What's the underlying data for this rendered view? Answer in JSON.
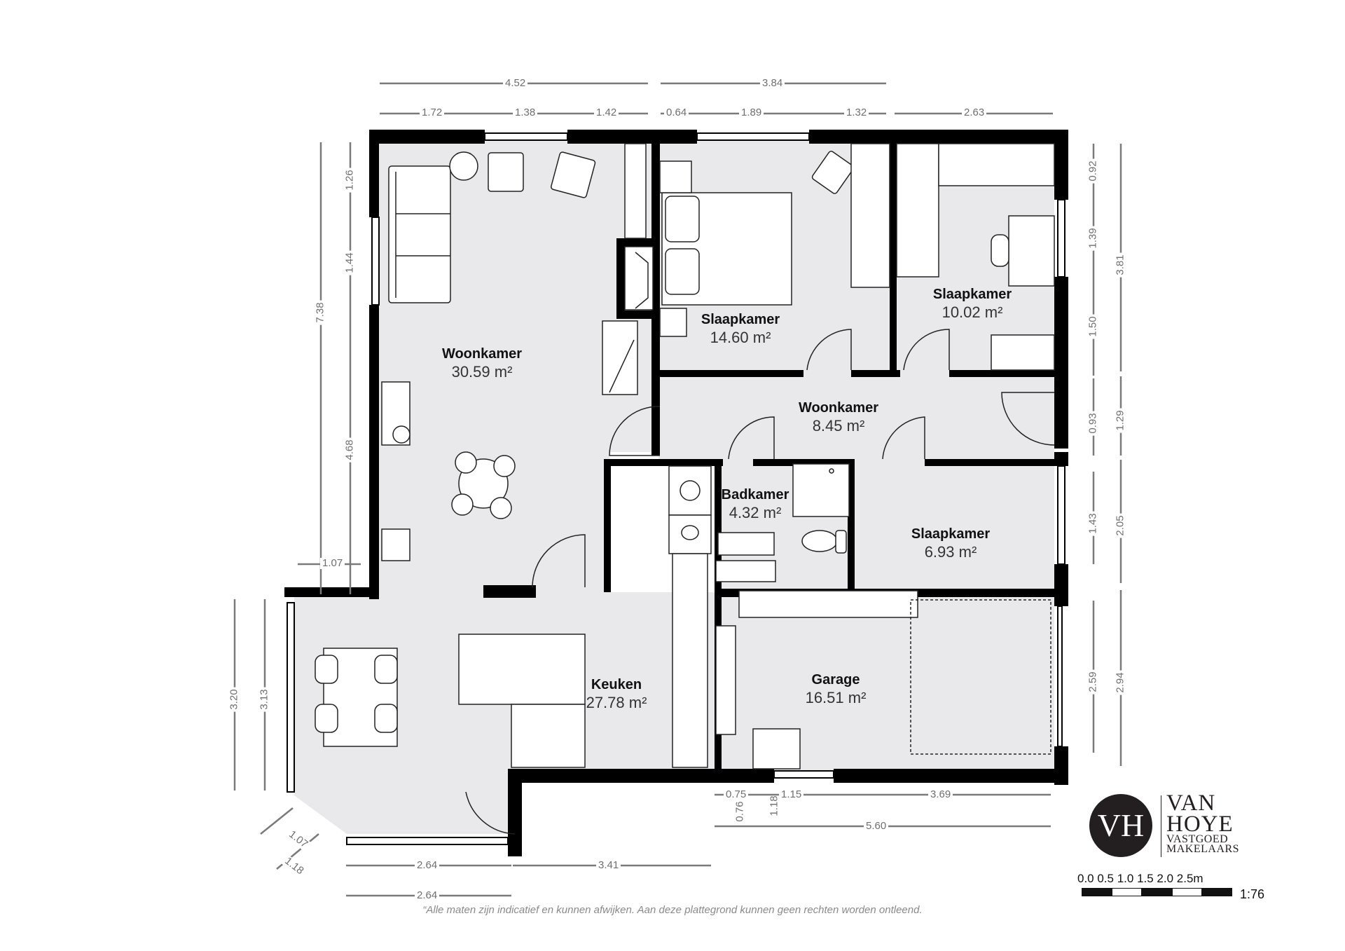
{
  "plan": {
    "colors": {
      "wall": "#000000",
      "floor": "#e9e9ec",
      "furniture": "#ffffff",
      "dimension": "#6f6f6f",
      "text_dark": "#111111",
      "area_text": "#333333"
    },
    "rooms": [
      {
        "name": "Woonkamer",
        "area": "30.59 m²"
      },
      {
        "name": "Slaapkamer",
        "area": "14.60 m²"
      },
      {
        "name": "Slaapkamer",
        "area": "10.02 m²"
      },
      {
        "name": "Woonkamer",
        "area": "8.45 m²"
      },
      {
        "name": "Badkamer",
        "area": "4.32 m²"
      },
      {
        "name": "Slaapkamer",
        "area": "6.93 m²"
      },
      {
        "name": "Keuken",
        "area": "27.78 m²"
      },
      {
        "name": "Garage",
        "area": "16.51 m²"
      }
    ],
    "dimensions": {
      "top_total_left": "4.52",
      "top_total_right": "3.84",
      "top_segments": [
        "1.72",
        "1.38",
        "1.42",
        "0.64",
        "1.89",
        "1.32",
        "2.63"
      ],
      "right_inner": [
        "0.92",
        "1.39",
        "1.50",
        "0.93",
        "1.43",
        "2.59"
      ],
      "right_outer": [
        "3.81",
        "1.29",
        "2.05",
        "2.94"
      ],
      "left_inner": [
        "1.26",
        "1.44",
        "4.68"
      ],
      "left_outer": "7.38",
      "left_jog": "1.07",
      "bay_outer": "3.20",
      "bay_inner": "3.13",
      "bay_diag_inner": "1.07",
      "bay_diag_outer": "1.18",
      "bottom_inner": [
        "2.64",
        "3.41"
      ],
      "bottom_outer": "2.64",
      "garage_bottom": [
        "0.75",
        "1.15",
        "3.69"
      ],
      "garage_total": "5.60",
      "garage_small_v": [
        "0.76",
        "1.18"
      ]
    },
    "disclaimer": "“Alle maten zijn indicatief en kunnen afwijken. Aan deze plattegrond kunnen geen rechten worden ontleend."
  },
  "brand": {
    "monogram": "VH",
    "line1": "VAN",
    "line2": "HOYE",
    "line3": "VASTGOED",
    "line4": "MAKELAARS"
  },
  "scale": {
    "labels": "0.0 0.5 1.0 1.5 2.0 2.5m",
    "ratio": "1:76"
  }
}
